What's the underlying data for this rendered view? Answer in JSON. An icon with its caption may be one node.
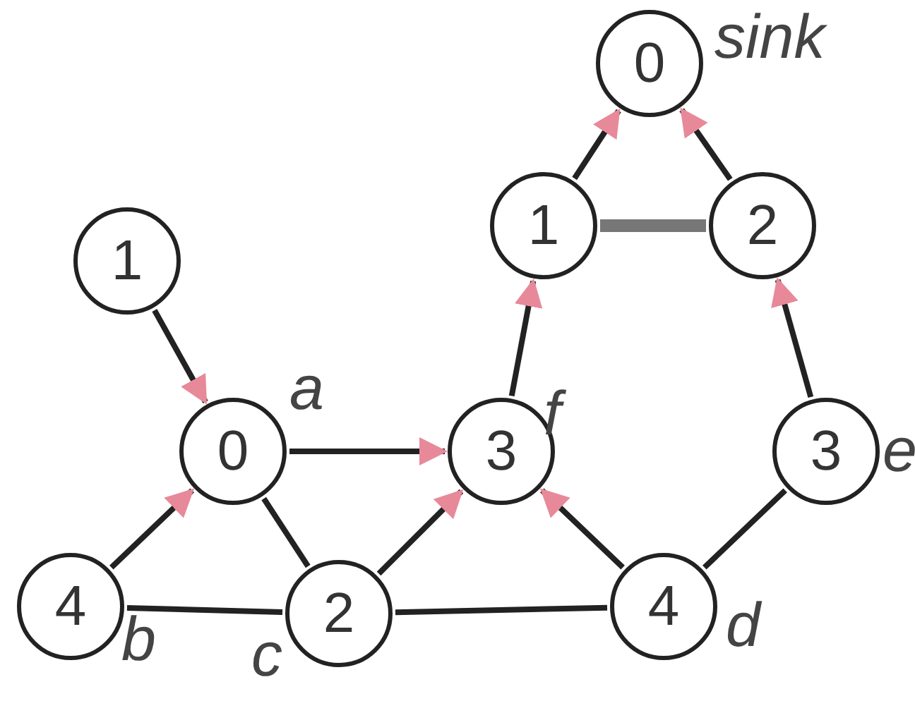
{
  "diagram": {
    "nodes": [
      {
        "text": [
          "0"
        ],
        "beside": [
          "sink"
        ]
      },
      {
        "text": [
          "1"
        ]
      },
      {
        "text": [
          "2"
        ]
      },
      {
        "text": [
          "1"
        ]
      },
      {
        "text": [
          "0"
        ],
        "beside": [
          "a"
        ]
      },
      {
        "text": [
          "3"
        ],
        "beside": [
          "f"
        ]
      },
      {
        "text": [
          "3"
        ],
        "beside": [
          "e"
        ]
      },
      {
        "text": [
          "4"
        ],
        "beside": [
          "b"
        ]
      },
      {
        "text": [
          "2"
        ],
        "beside": [
          "c"
        ]
      },
      {
        "text": [
          "4"
        ],
        "beside": [
          "d"
        ]
      }
    ],
    "edges": [
      {
        "from": 1,
        "to": 0,
        "arrow": "to"
      },
      {
        "from": 2,
        "to": 0,
        "arrow": "to"
      },
      {
        "from": 1,
        "to": 2,
        "arrow": "none",
        "style": "thick"
      },
      {
        "from": 5,
        "to": 1,
        "arrow": "to"
      },
      {
        "from": 6,
        "to": 2,
        "arrow": "to"
      },
      {
        "from": 3,
        "to": 4,
        "arrow": "to"
      },
      {
        "from": 4,
        "to": 5,
        "arrow": "to"
      },
      {
        "from": 7,
        "to": 4,
        "arrow": "to"
      },
      {
        "from": 4,
        "to": 8,
        "arrow": "none"
      },
      {
        "from": 8,
        "to": 5,
        "arrow": "to"
      },
      {
        "from": 9,
        "to": 5,
        "arrow": "to"
      },
      {
        "from": 7,
        "to": 8,
        "arrow": "none"
      },
      {
        "from": 8,
        "to": 9,
        "arrow": "none"
      },
      {
        "from": 9,
        "to": 6,
        "arrow": "none"
      }
    ]
  }
}
